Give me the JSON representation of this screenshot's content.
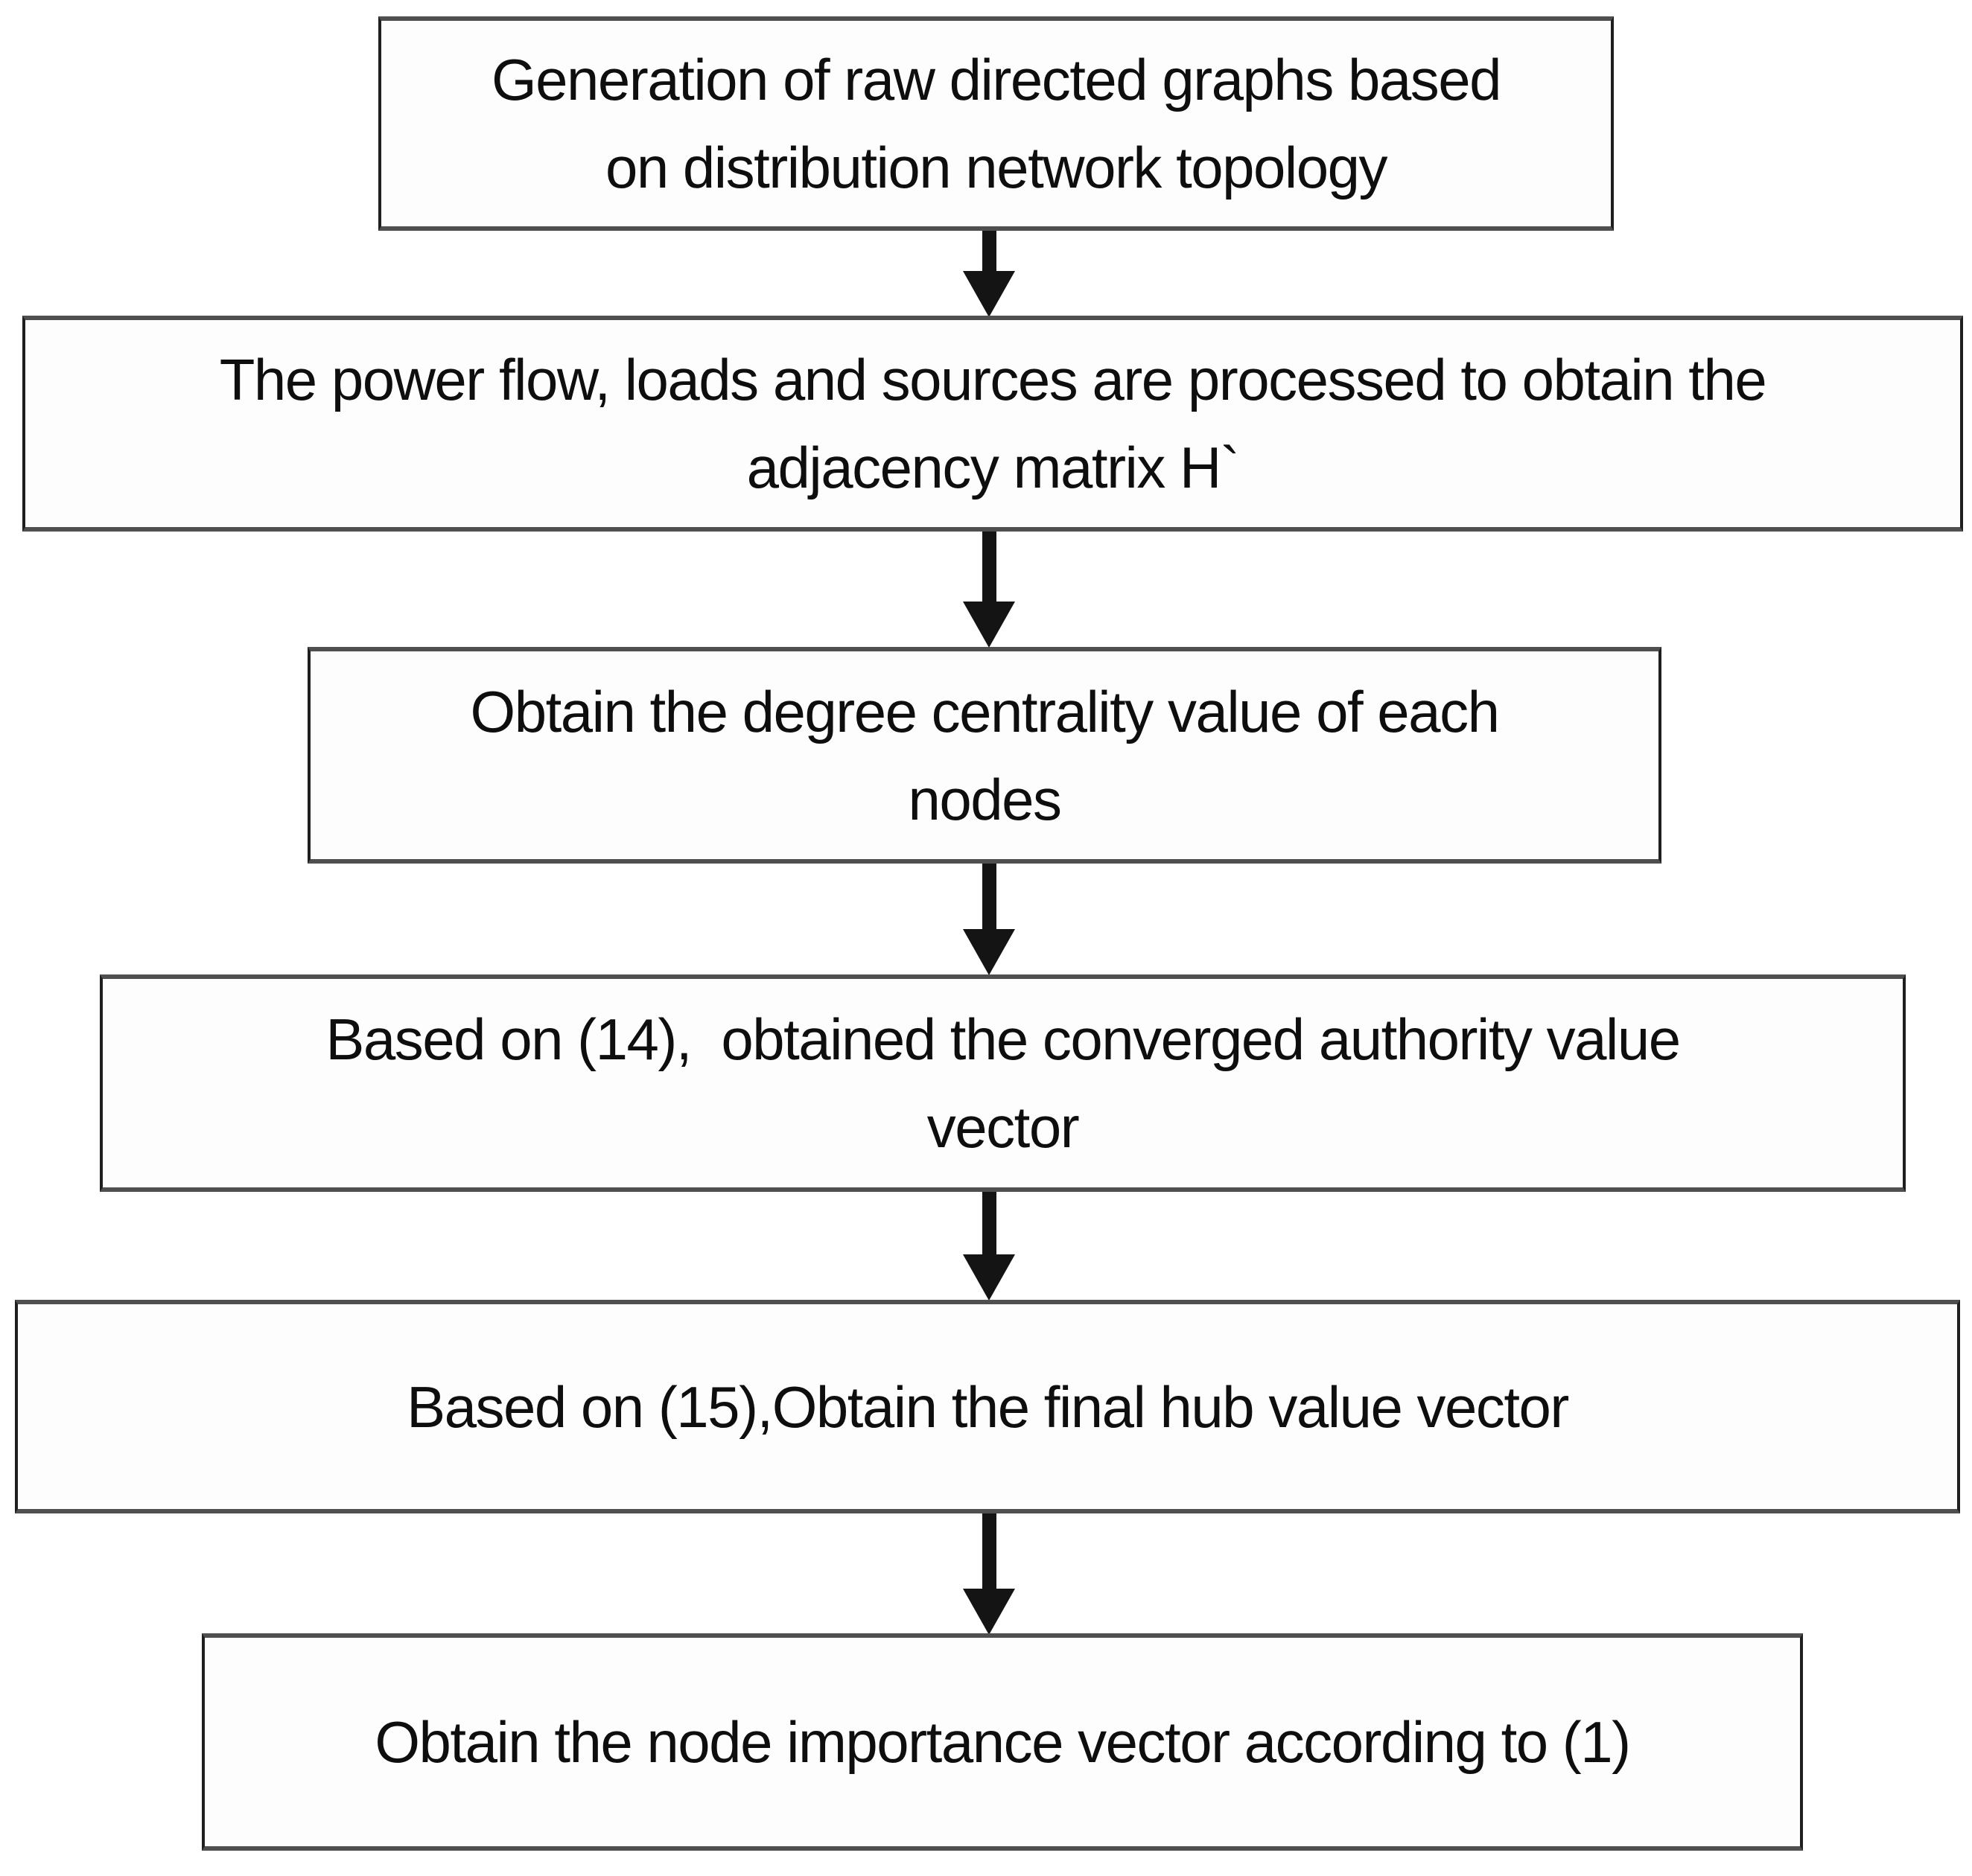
{
  "diagram": {
    "type": "flowchart",
    "direction": "top-down",
    "colors": {
      "background": "#ffffff",
      "box_fill": "#fdfdfd",
      "box_border": "#1f1f1f",
      "box_border_horizontal": "#4f4f4f",
      "text": "#0e0e0e",
      "arrow": "#141414"
    },
    "boxes": [
      {
        "id": "generate-graphs",
        "lines": [
          "Generation of raw directed graphs based",
          "on distribution network topology"
        ]
      },
      {
        "id": "adjacency-matrix",
        "lines": [
          "The power flow, loads and sources are processed to obtain the",
          "adjacency matrix H`"
        ]
      },
      {
        "id": "degree-centrality",
        "lines": [
          "Obtain the degree centrality value of each",
          "nodes"
        ]
      },
      {
        "id": "authority-vector",
        "lines": [
          "Based on (14),  obtained the converged authority value",
          "vector"
        ]
      },
      {
        "id": "hub-vector",
        "lines": [
          "Based on (15),Obtain the final hub value vector"
        ]
      },
      {
        "id": "node-importance",
        "lines": [
          "Obtain the node importance vector according to (1)"
        ]
      }
    ],
    "connectors": [
      {
        "from": "generate-graphs",
        "to": "adjacency-matrix",
        "style": "solid-arrow-down"
      },
      {
        "from": "adjacency-matrix",
        "to": "degree-centrality",
        "style": "solid-arrow-down"
      },
      {
        "from": "degree-centrality",
        "to": "authority-vector",
        "style": "solid-arrow-down"
      },
      {
        "from": "authority-vector",
        "to": "hub-vector",
        "style": "solid-arrow-down"
      },
      {
        "from": "hub-vector",
        "to": "node-importance",
        "style": "solid-arrow-down"
      }
    ]
  }
}
